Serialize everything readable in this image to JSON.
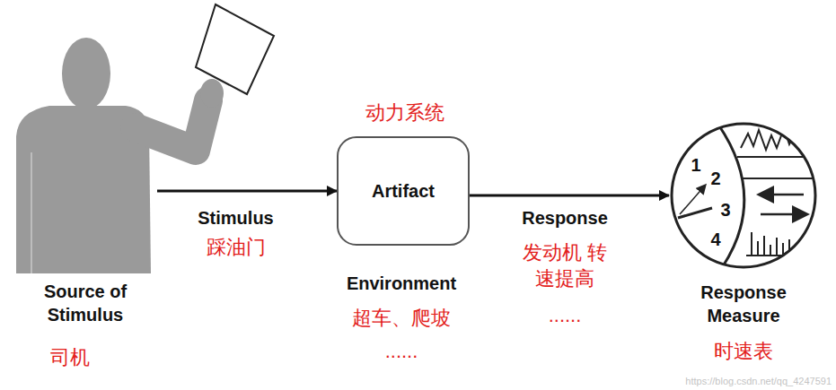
{
  "diagram": {
    "nodes": [
      {
        "text": [
          "Source of Stimulus",
          "司机"
        ]
      },
      {
        "text": [
          "动力系统",
          "Artifact"
        ]
      },
      {
        "text": [
          "Response Measure",
          "时速表"
        ]
      }
    ],
    "edges": [
      {
        "from": 0,
        "to": 1,
        "label": "Stimulus",
        "arrow": "to"
      },
      {
        "from": 1,
        "to": 2,
        "label": "Response",
        "arrow": "to"
      }
    ],
    "labels": [
      "踩油门",
      "Environment",
      "超车、爬坡",
      "......",
      "发动机 转速提高",
      "......",
      "1",
      "2",
      "3",
      "4",
      "https://blog.csdn.net/qq_4247591"
    ]
  }
}
